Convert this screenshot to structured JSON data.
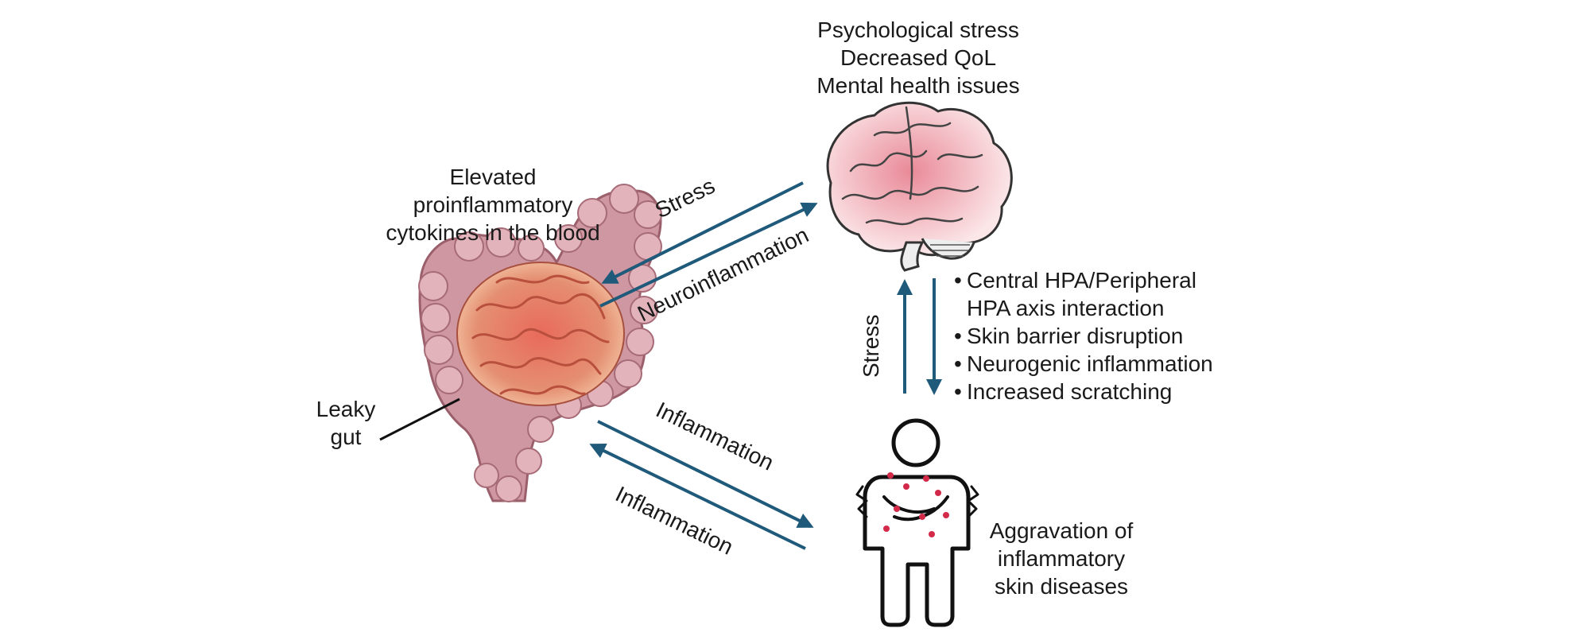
{
  "brain_label": [
    "Psychological stress",
    "Decreased QoL",
    "Mental health issues"
  ],
  "gut_label": [
    "Elevated",
    "proinflammatory",
    "cytokines in the blood"
  ],
  "leaky_gut_label": [
    "Leaky",
    "gut"
  ],
  "skin_label": [
    "Aggravation of",
    "inflammatory",
    "skin diseases"
  ],
  "bullets": [
    {
      "text": "Central HPA/Peripheral",
      "bullet": true
    },
    {
      "text": "HPA axis interaction",
      "bullet": false
    },
    {
      "text": "Skin barrier disruption",
      "bullet": true
    },
    {
      "text": "Neurogenic inflammation",
      "bullet": true
    },
    {
      "text": "Increased scratching",
      "bullet": true
    }
  ],
  "arrows": {
    "brain_to_gut": "Stress",
    "gut_to_brain": "Neuroinflammation",
    "gut_to_skin": "Inflammation",
    "skin_to_gut": "Inflammation",
    "skin_to_brain": "Stress"
  },
  "colors": {
    "arrow": "#1f5a7a",
    "gut": "#c98a96",
    "brain_fill": "#f4c6cb",
    "lesion": "#d42a4a"
  }
}
